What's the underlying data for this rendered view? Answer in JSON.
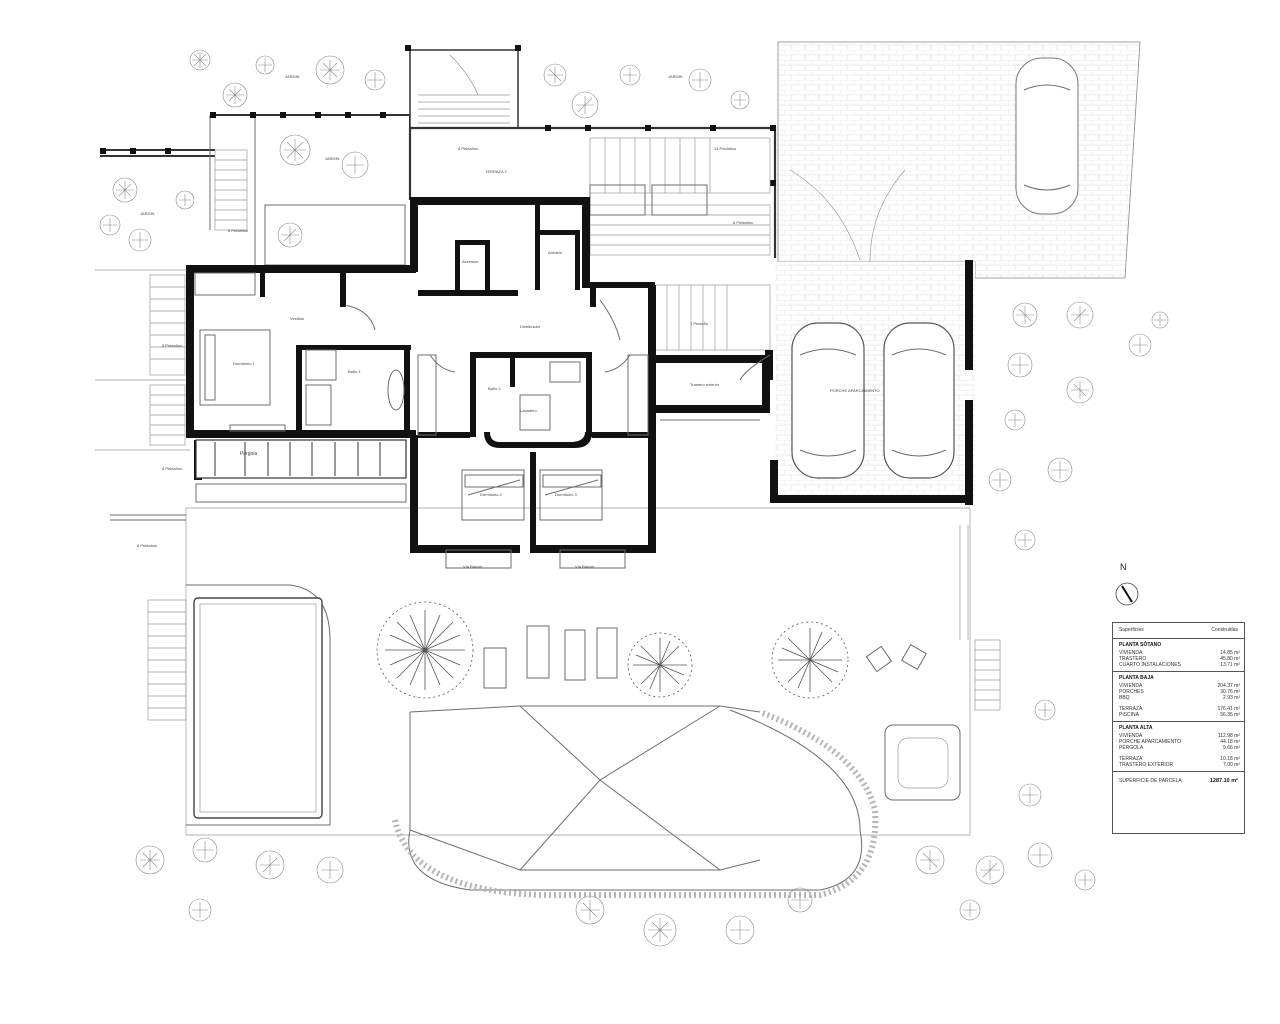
{
  "rooms": {
    "jardin": "JARDIN",
    "terraza": "TERRAZA 2",
    "pergola": "Pérgola",
    "porche": "PORCHE APARCAMIENTO",
    "distribuidor": "Distribuidor",
    "dormitorio_1": "Dormitorio 1",
    "dormitorio_2": "Dormitorio 2",
    "dormitorio_3": "Dormitorio 3",
    "bano_1": "Baño 1",
    "bano_2": "Baño 2",
    "vestidor": "Vestidor",
    "lavadero": "Lavadero",
    "armario": "Armario",
    "ascensor": "Ascensor",
    "trastero": "Trastero exterior",
    "via_rasa_1": "Vía Balcón",
    "via_rasa_2": "Vía Balcón"
  },
  "stairs": {
    "s1": "8 Peldaños",
    "s2": "8 Peldaños",
    "s3": "14 Peldaños",
    "s4": "8 Peldaños",
    "s5": "1 Peldaño",
    "s6": "8 Peldaños",
    "s7": "8 Peldaños",
    "s8": "8 Peldaños"
  },
  "north_label": "N",
  "surfaces_table": {
    "header_left": "Superficies",
    "header_right": "Construidas",
    "sections": [
      {
        "title": "PLANTA SÓTANO",
        "groups": [
          [
            {
              "label": "VIVIENDA",
              "value": "14.85 m²"
            },
            {
              "label": "TRASTERO",
              "value": "45.80 m²"
            },
            {
              "label": "CUARTO INSTALACIONES",
              "value": "13.71 m²"
            }
          ]
        ]
      },
      {
        "title": "PLANTA BAJA",
        "groups": [
          [
            {
              "label": "VIVIENDA",
              "value": "204.37 m²"
            },
            {
              "label": "PORCHES",
              "value": "30.76 m²"
            },
            {
              "label": "BBQ",
              "value": "2.93 m²"
            }
          ],
          [
            {
              "label": "TERRAZA",
              "value": "176.41 m²"
            },
            {
              "label": "PISCINA",
              "value": "56.35 m²"
            }
          ]
        ]
      },
      {
        "title": "PLANTA ALTA",
        "groups": [
          [
            {
              "label": "VIVIENDA",
              "value": "112.98 m²"
            },
            {
              "label": "PORCHE APARCAMIENTO",
              "value": "44.18 m²"
            },
            {
              "label": "PÉRGOLA",
              "value": "9.66 m²"
            }
          ],
          [
            {
              "label": "TERRAZA",
              "value": "10.18 m²"
            },
            {
              "label": "TRASTERO EXTERIOR",
              "value": "7.00 m²"
            }
          ]
        ]
      }
    ],
    "total_label": "SUPERFICIE DE PARCELA:",
    "total_value": "1287.10 m²"
  }
}
